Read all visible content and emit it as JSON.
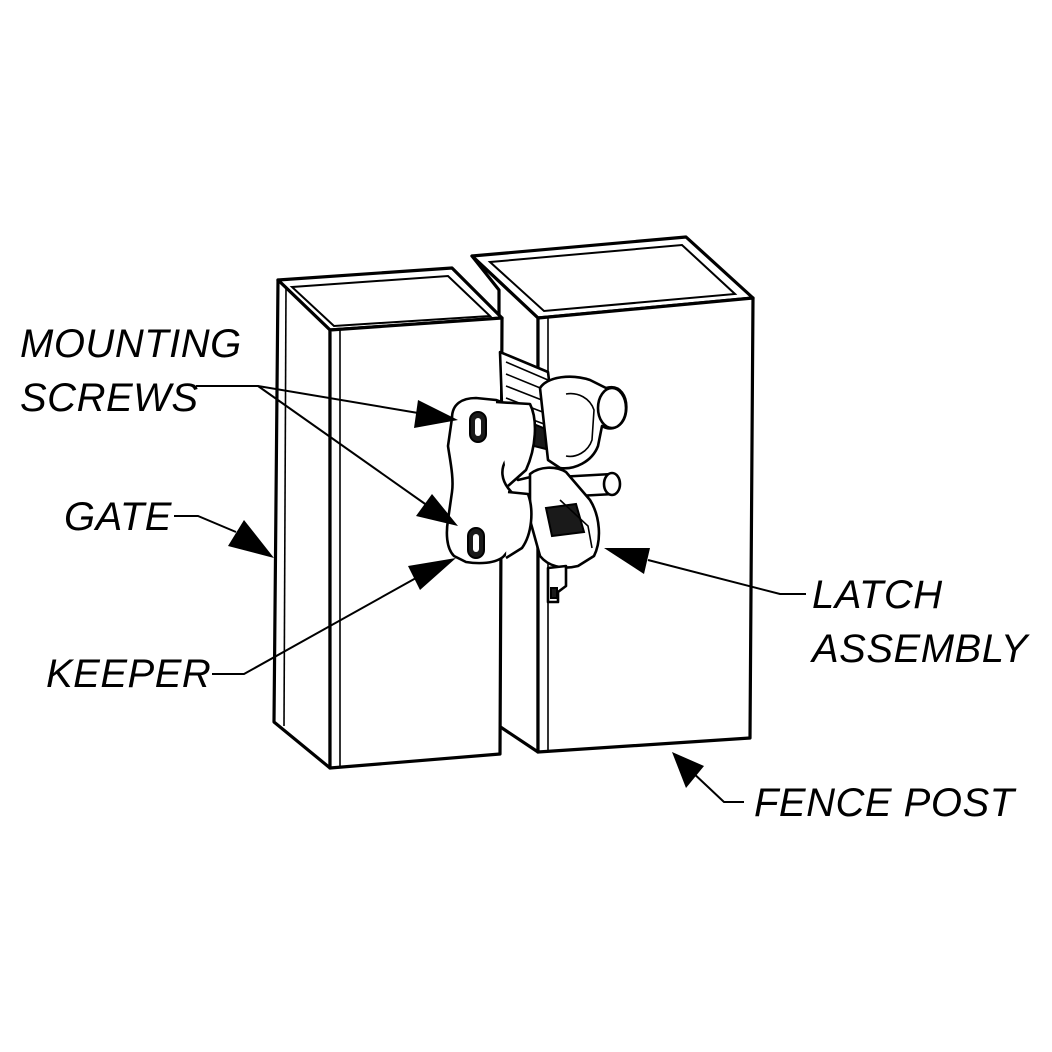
{
  "labels": {
    "mounting_screws_line1": "MOUNTING",
    "mounting_screws_line2": "SCREWS",
    "gate": "GATE",
    "keeper": "KEEPER",
    "latch_assembly_line1": "LATCH",
    "latch_assembly_line2": "ASSEMBLY",
    "fence_post": "FENCE POST"
  }
}
